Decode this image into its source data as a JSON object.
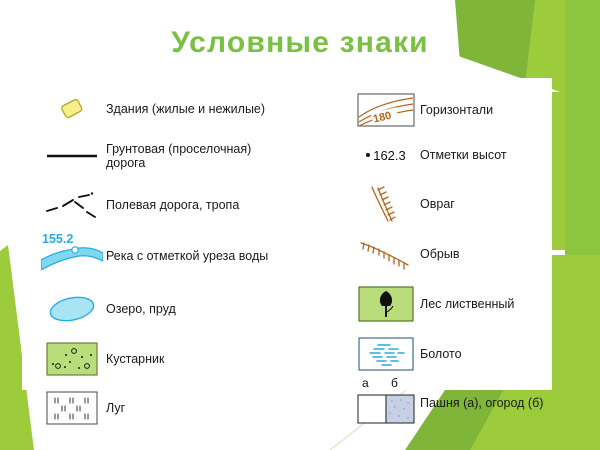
{
  "slide": {
    "title": "Условные знаки",
    "title_color": "#7ac143",
    "background": "#ffffff",
    "panel_color": "#ffffff"
  },
  "theme": {
    "green_light": "#9ccb3b",
    "green_mid": "#7fb539",
    "green_dark": "#6ba032",
    "green_pale": "#8cc63f",
    "water_blue": "#6fcfeb",
    "water_blue_dark": "#29abe2",
    "building_yellow": "#f7ef8a",
    "building_stroke": "#b5a62b",
    "contour_brown": "#b5651d",
    "vegetation_green": "#b9dd7a",
    "plow_blue": "#c6cfe3",
    "ink": "#1a1a1a"
  },
  "legend": {
    "left_column": [
      {
        "id": "buildings",
        "symbol": "building-rect-icon",
        "label": "Здания (жилые и нежилые)"
      },
      {
        "id": "dirt-road",
        "symbol": "solid-line-icon",
        "label": "Грунтовая (проселочная)\nдорога"
      },
      {
        "id": "field-path",
        "symbol": "dashed-path-icon",
        "label": "Полевая дорога, тропа"
      },
      {
        "id": "river",
        "symbol": "river-icon",
        "label": "Река с отметкой уреза воды",
        "value": "155.2"
      },
      {
        "id": "lake",
        "symbol": "lake-ellipse-icon",
        "label": "Озеро, пруд"
      },
      {
        "id": "shrub",
        "symbol": "shrub-box-icon",
        "label": "Кустарник"
      },
      {
        "id": "meadow",
        "symbol": "meadow-box-icon",
        "label": "Луг"
      }
    ],
    "right_column": [
      {
        "id": "contours",
        "symbol": "contour-lines-icon",
        "label": "Горизонтали",
        "value": "180"
      },
      {
        "id": "elevation-marks",
        "symbol": "elevation-dot-icon",
        "label": "Отметки высот",
        "value": "162.3"
      },
      {
        "id": "ravine",
        "symbol": "ravine-icon",
        "label": "Овраг"
      },
      {
        "id": "cliff",
        "symbol": "cliff-icon",
        "label": "Обрыв"
      },
      {
        "id": "deciduous-forest",
        "symbol": "forest-tree-box-icon",
        "label": "Лес лиственный"
      },
      {
        "id": "swamp",
        "symbol": "swamp-box-icon",
        "label": "Болото"
      },
      {
        "id": "arable-garden",
        "symbol": "arable-garden-box-icon",
        "label": "Пашня (а), огород (б)",
        "cell_a": "а",
        "cell_b": "б"
      }
    ]
  }
}
